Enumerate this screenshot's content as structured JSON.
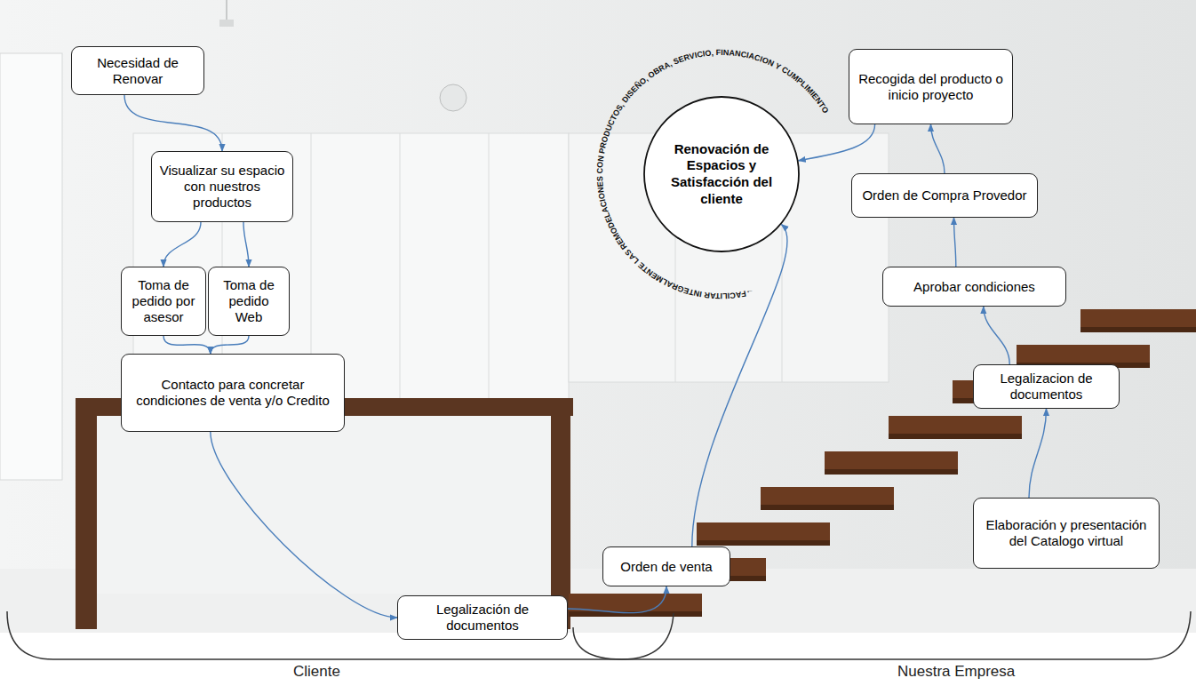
{
  "diagram": {
    "nodes": [
      {
        "text": [
          "Necesidad de Renovar"
        ]
      },
      {
        "text": [
          "Visualizar su espacio con nuestros productos"
        ]
      },
      {
        "text": [
          "Toma de pedido por asesor"
        ]
      },
      {
        "text": [
          "Toma de pedido Web"
        ]
      },
      {
        "text": [
          "Contacto para concretar condiciones de venta y/o Credito"
        ]
      },
      {
        "text": [
          "Legalización de documentos"
        ]
      },
      {
        "text": [
          "Orden de venta"
        ]
      },
      {
        "text": [
          "Renovación de Espacios y Satisfacción del cliente"
        ]
      },
      {
        "text": [
          "Recogida del producto o inicio proyecto"
        ]
      },
      {
        "text": [
          "Orden de Compra Provedor"
        ]
      },
      {
        "text": [
          "Aprobar condiciones"
        ]
      },
      {
        "text": [
          "Legalizacion de documentos"
        ]
      },
      {
        "text": [
          "Elaboración y presentación del Catalogo virtual"
        ]
      }
    ],
    "edges": [
      {
        "from": 0,
        "to": 1,
        "arrow": "to"
      },
      {
        "from": 1,
        "to": 2,
        "arrow": "to"
      },
      {
        "from": 1,
        "to": 3,
        "arrow": "to"
      },
      {
        "from": 2,
        "to": 4,
        "arrow": "to"
      },
      {
        "from": 3,
        "to": 4,
        "arrow": "to"
      },
      {
        "from": 4,
        "to": 5,
        "arrow": "to"
      },
      {
        "from": 5,
        "to": 6,
        "arrow": "to"
      },
      {
        "from": 6,
        "to": 7,
        "arrow": "to"
      },
      {
        "from": 12,
        "to": 11,
        "arrow": "to"
      },
      {
        "from": 11,
        "to": 10,
        "arrow": "to"
      },
      {
        "from": 10,
        "to": 9,
        "arrow": "to"
      },
      {
        "from": 9,
        "to": 8,
        "arrow": "to"
      },
      {
        "from": 8,
        "to": 7,
        "arrow": "to"
      }
    ],
    "labels": [
      "→FACILITAR INTEGRALMENTE LAS REMODELACIONES CON PRODUCTOS, DISEÑO, OBRA, SERVICIO, FINANCIACION Y CUMPLIMIENTO",
      "Cliente",
      "Nuestra Empresa"
    ]
  }
}
